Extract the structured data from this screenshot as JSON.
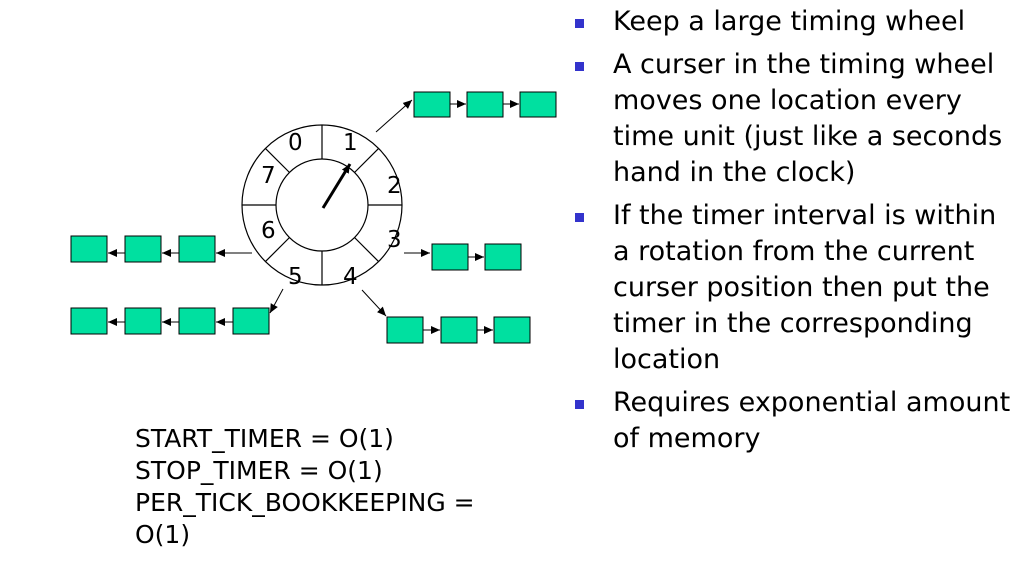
{
  "bullets": [
    {
      "text": "Keep a large timing wheel"
    },
    {
      "text": "A curser in the timing wheel moves one location every time unit (just like a seconds hand in the clock)"
    },
    {
      "text": "If the timer interval is within a rotation from the current curser position then put the timer in the corresponding location"
    },
    {
      "text": "Requires exponential amount of memory"
    }
  ],
  "complexity": {
    "line1": "START_TIMER = O(1)",
    "line2": "STOP_TIMER = O(1)",
    "line3": "PER_TICK_BOOKKEEPING =",
    "line4": "O(1)"
  },
  "wheel": {
    "slots": [
      "0",
      "1",
      "2",
      "3",
      "4",
      "5",
      "6",
      "7"
    ],
    "fill_color": "#00e0a0",
    "bullet_color": "#3333cc"
  }
}
